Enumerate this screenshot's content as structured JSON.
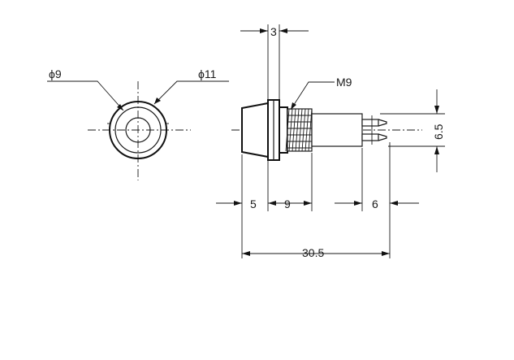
{
  "labels": {
    "front_inner_dia": "ϕ9",
    "front_outer_dia": "ϕ11",
    "thread": "M9",
    "cap_width": "3",
    "height": "6.5",
    "head_len": "5",
    "thread_len": "9",
    "terminal_len": "6",
    "total_len": "30.5"
  },
  "colors": {
    "line": "#1a1a1a",
    "background": "#ffffff"
  }
}
